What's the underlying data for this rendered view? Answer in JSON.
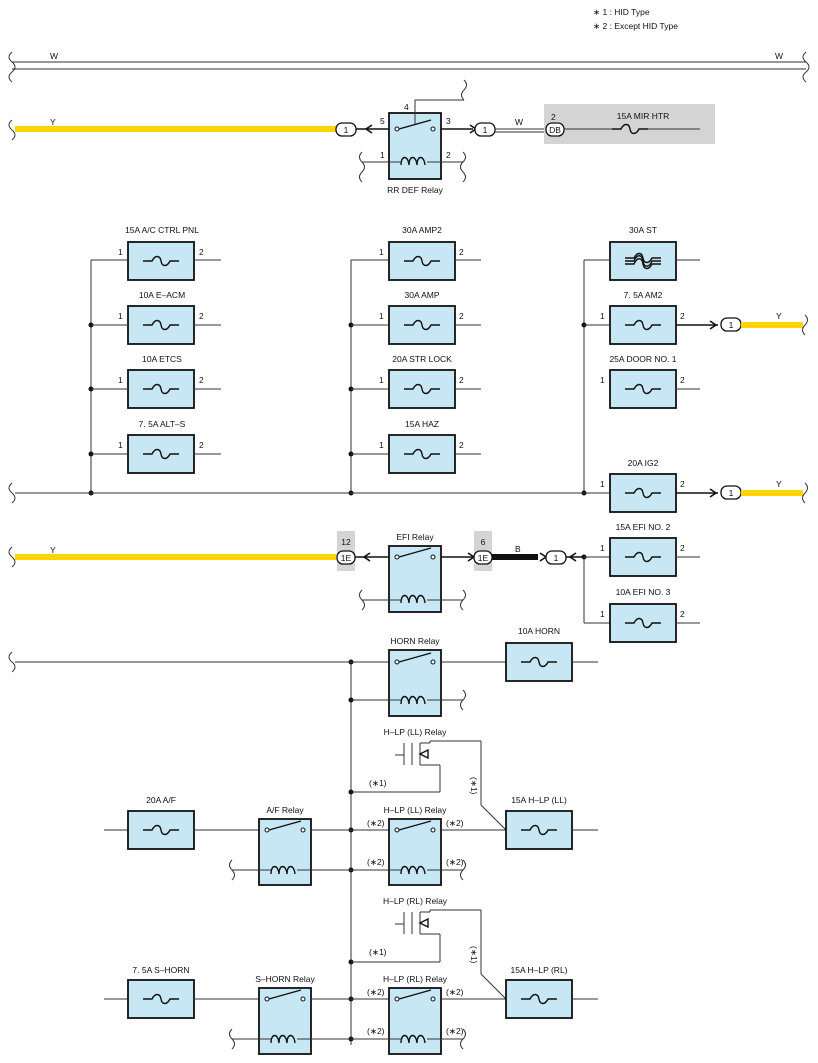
{
  "notes": [
    "∗ 1 : HID Type",
    "∗ 2 : Except HID Type"
  ],
  "wires": {
    "w_left": "W",
    "w_right": "W",
    "y_rr": "Y",
    "w_rr": "W",
    "y_am2": "Y",
    "y_ig2": "Y",
    "y_efi": "Y",
    "b_efi": "B"
  },
  "pins": {
    "one": "1",
    "two": "2",
    "three": "3",
    "four": "4",
    "five": "5",
    "six": "6",
    "twelve": "12"
  },
  "connectors": {
    "one": "1",
    "db": "DB",
    "ie": "1E"
  },
  "qualifiers": {
    "hid": "(∗1)",
    "except": "(∗2)"
  },
  "fuses": {
    "mir_htr": "15A MIR HTR",
    "ac_ctrl": "15A A/C CTRL PNL",
    "e_acm": "10A E–ACM",
    "etcs": "10A ETCS",
    "alt_s": "7. 5A ALT–S",
    "amp2": "30A AMP2",
    "amp": "30A AMP",
    "str_lock": "20A STR LOCK",
    "haz": "15A HAZ",
    "st": "30A ST",
    "am2": "7. 5A AM2",
    "door1": "25A DOOR NO. 1",
    "ig2": "20A IG2",
    "efi2": "15A EFI NO. 2",
    "efi3": "10A EFI NO. 3",
    "horn": "10A HORN",
    "af": "20A A/F",
    "hlp_ll": "15A H–LP (LL)",
    "s_horn": "7. 5A S–HORN",
    "hlp_rl": "15A H–LP (RL)"
  },
  "relays": {
    "rr_def": "RR DEF Relay",
    "efi": "EFI Relay",
    "horn": "HORN Relay",
    "hlp_ll": "H–LP (LL) Relay",
    "af": "A/F Relay",
    "hlp_rl": "H–LP (RL) Relay",
    "s_horn": "S–HORN Relay"
  }
}
